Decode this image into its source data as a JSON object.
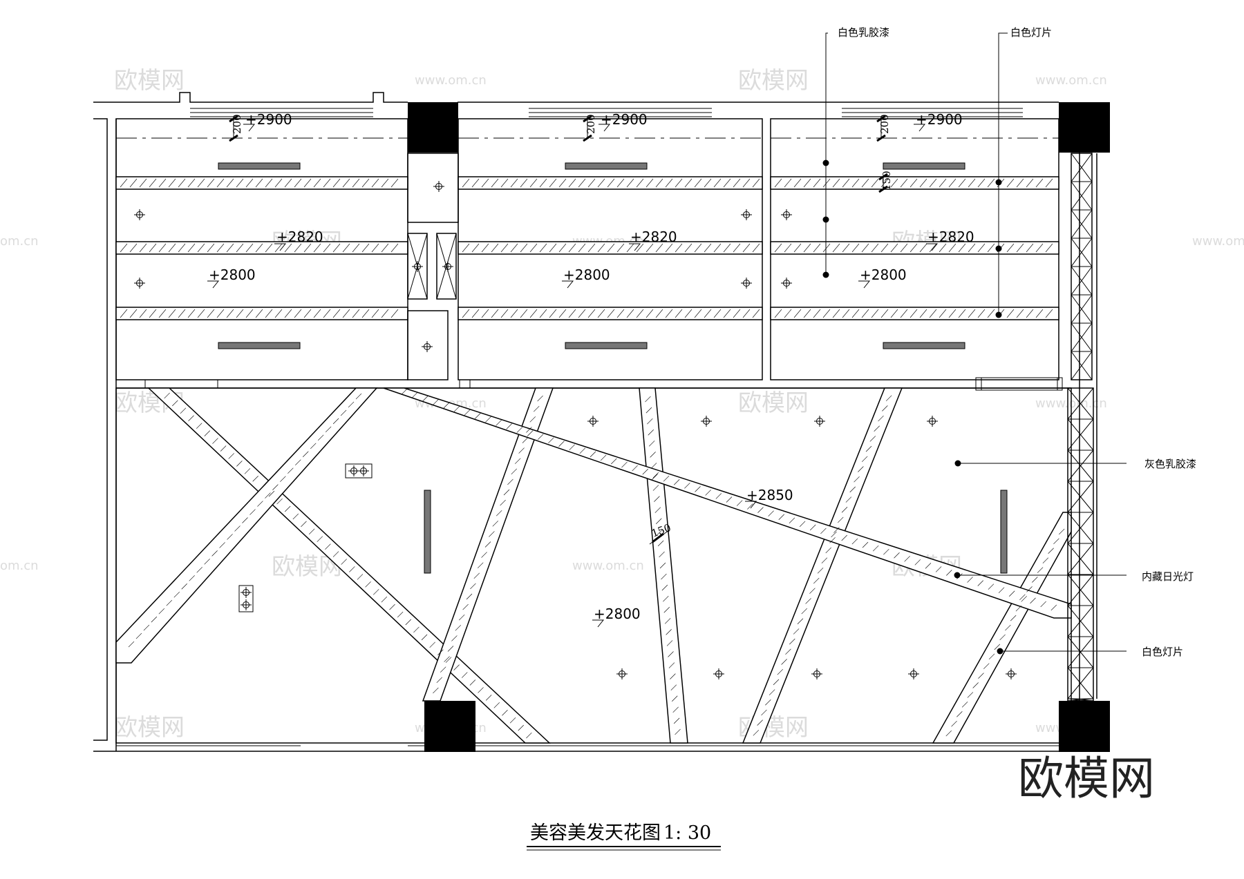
{
  "drawing": {
    "title": "美容美发天花图",
    "scale": "1: 30"
  },
  "levels": {
    "top": "+2900",
    "mid": "+2820",
    "low": "+2800",
    "diag": "+2850",
    "main": "+2800"
  },
  "dims": {
    "d200": "200",
    "d150": "150",
    "d50": "150"
  },
  "callouts": {
    "white_latex": "白色乳胶漆",
    "white_light_top": "白色灯片",
    "grey_latex": "灰色乳胶漆",
    "hidden_fluor": "内藏日光灯",
    "white_light_bottom": "白色灯片"
  },
  "watermark": {
    "cn": "欧模网",
    "url": "www.om.cn",
    "url_short": "om.cn"
  },
  "brand": "欧模网"
}
